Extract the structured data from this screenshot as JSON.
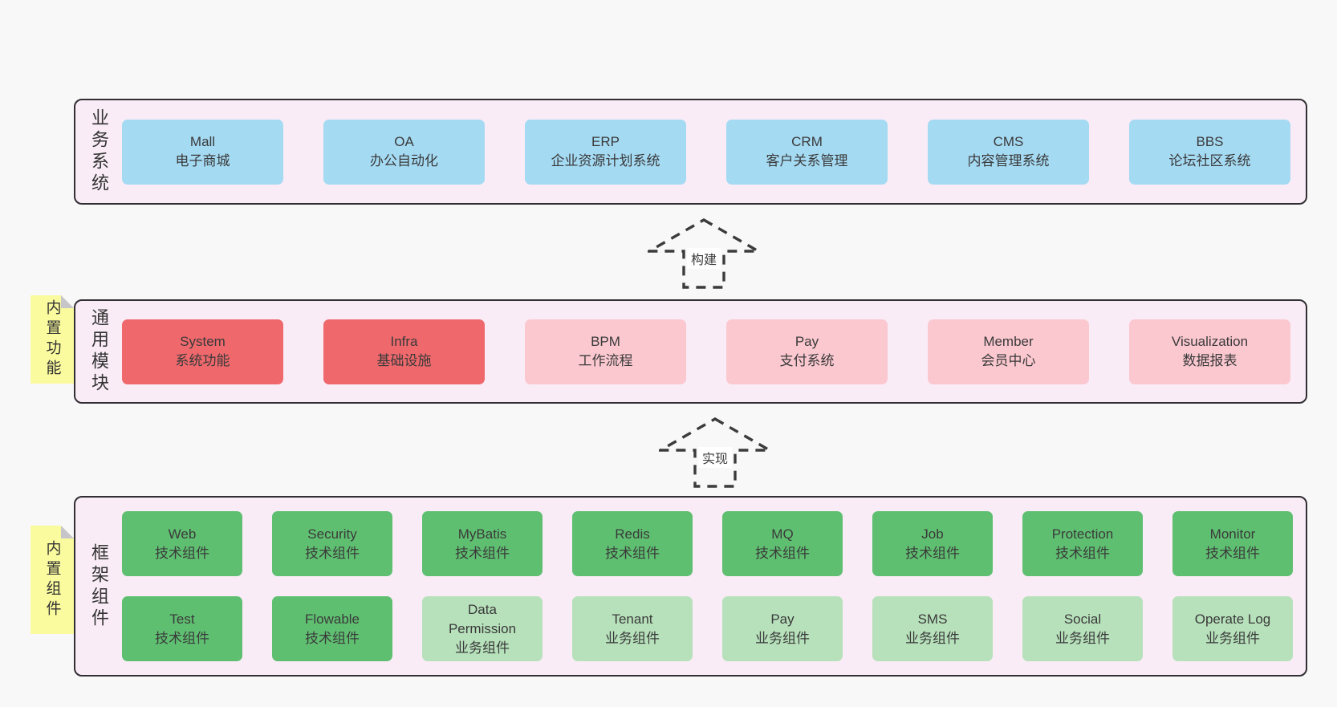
{
  "colors": {
    "page_bg": "#f8f8f8",
    "layer_bg": "#f9ecf6",
    "layer_border": "#312f33",
    "blue": "#a5daf3",
    "red": "#ee686c",
    "pink": "#fbc8d0",
    "green_dark": "#5fbf71",
    "green_light": "#b7e1bb",
    "note_yellow": "#fafa9e",
    "note_fold": "#c6c6ca",
    "text": "#3a3a3a"
  },
  "arrows": [
    {
      "label": "构建"
    },
    {
      "label": "实现"
    }
  ],
  "layers": [
    {
      "side_label": "业务系统",
      "boxes": [
        {
          "title": "Mall",
          "subtitle": "电子商城",
          "color": "blue"
        },
        {
          "title": "OA",
          "subtitle": "办公自动化",
          "color": "blue"
        },
        {
          "title": "ERP",
          "subtitle": "企业资源计划系统",
          "color": "blue"
        },
        {
          "title": "CRM",
          "subtitle": "客户关系管理",
          "color": "blue"
        },
        {
          "title": "CMS",
          "subtitle": "内容管理系统",
          "color": "blue"
        },
        {
          "title": "BBS",
          "subtitle": "论坛社区系统",
          "color": "blue"
        }
      ]
    },
    {
      "side_label": "通用模块",
      "note": "内置功能",
      "boxes": [
        {
          "title": "System",
          "subtitle": "系统功能",
          "color": "red"
        },
        {
          "title": "Infra",
          "subtitle": "基础设施",
          "color": "red"
        },
        {
          "title": "BPM",
          "subtitle": "工作流程",
          "color": "pink"
        },
        {
          "title": "Pay",
          "subtitle": "支付系统",
          "color": "pink"
        },
        {
          "title": "Member",
          "subtitle": "会员中心",
          "color": "pink"
        },
        {
          "title": "Visualization",
          "subtitle": "数据报表",
          "color": "pink"
        }
      ]
    },
    {
      "side_label": "框架组件",
      "note": "内置组件",
      "rows": [
        [
          {
            "title": "Web",
            "subtitle": "技术组件",
            "color": "green_dark"
          },
          {
            "title": "Security",
            "subtitle": "技术组件",
            "color": "green_dark"
          },
          {
            "title": "MyBatis",
            "subtitle": "技术组件",
            "color": "green_dark"
          },
          {
            "title": "Redis",
            "subtitle": "技术组件",
            "color": "green_dark"
          },
          {
            "title": "MQ",
            "subtitle": "技术组件",
            "color": "green_dark"
          },
          {
            "title": "Job",
            "subtitle": "技术组件",
            "color": "green_dark"
          },
          {
            "title": "Protection",
            "subtitle": "技术组件",
            "color": "green_dark"
          },
          {
            "title": "Monitor",
            "subtitle": "技术组件",
            "color": "green_dark"
          }
        ],
        [
          {
            "title": "Test",
            "subtitle": "技术组件",
            "color": "green_dark"
          },
          {
            "title": "Flowable",
            "subtitle": "技术组件",
            "color": "green_dark"
          },
          {
            "title": "Data Permission",
            "subtitle": "业务组件",
            "color": "green_light"
          },
          {
            "title": "Tenant",
            "subtitle": "业务组件",
            "color": "green_light"
          },
          {
            "title": "Pay",
            "subtitle": "业务组件",
            "color": "green_light"
          },
          {
            "title": "SMS",
            "subtitle": "业务组件",
            "color": "green_light"
          },
          {
            "title": "Social",
            "subtitle": "业务组件",
            "color": "green_light"
          },
          {
            "title": "Operate Log",
            "subtitle": "业务组件",
            "color": "green_light"
          }
        ]
      ]
    }
  ]
}
